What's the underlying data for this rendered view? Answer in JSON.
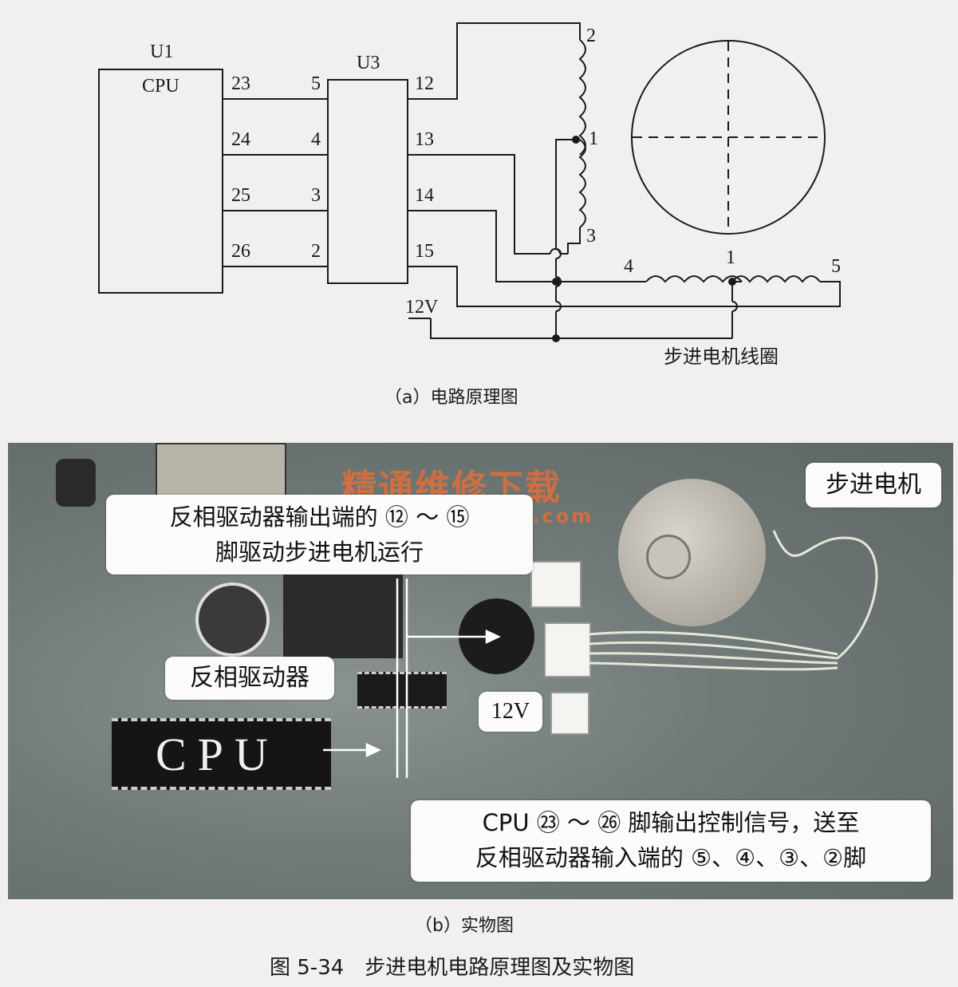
{
  "schematic": {
    "u1_label": "U1",
    "cpu_label": "CPU",
    "u3_label": "U3",
    "cpu_pins": [
      "23",
      "24",
      "25",
      "26"
    ],
    "u3_input_pins": [
      "5",
      "4",
      "3",
      "2"
    ],
    "u3_output_pins": [
      "12",
      "13",
      "14",
      "15"
    ],
    "coil_pins": [
      "2",
      "1",
      "3",
      "4",
      "1",
      "5"
    ],
    "supply_label": "12V",
    "coil_caption": "步进电机线圈"
  },
  "caption_a": "（a）电路原理图",
  "photo": {
    "watermark_cn": "精通维修下载",
    "watermark_url": "www.gzweix.com",
    "label_motor": "步进电机",
    "label_output_line1": "反相驱动器输出端的 ⑫ ～ ⑮",
    "label_output_line2": "脚驱动步进电机运行",
    "label_driver": "反相驱动器",
    "label_12v": "12V",
    "label_cpu": "CPU",
    "label_input_line1": "CPU ㉓ ～ ㉖ 脚输出控制信号，送至",
    "label_input_line2": "反相驱动器输入端的 ⑤、④、③、②脚"
  },
  "caption_b": "（b）实物图",
  "figure_caption": "图 5-34　步进电机电路原理图及实物图"
}
